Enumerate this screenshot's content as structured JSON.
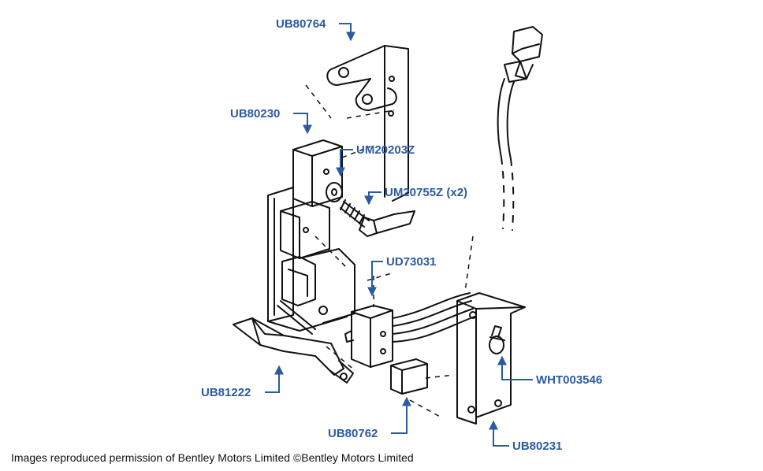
{
  "labels": {
    "ub80764": "UB80764",
    "ub80230": "UB80230",
    "um20203z": "UM20203Z",
    "um20755z": "UM20755Z (x2)",
    "ud73031": "UD73031",
    "ub81222": "UB81222",
    "wht003546": "WHT003546",
    "ub80762": "UB80762",
    "ub80231": "UB80231"
  },
  "copyright": "Images reproduced permission of Bentley Motors Limited ©Bentley Motors Limited",
  "colors": {
    "label": "#2c5aa0",
    "line": "#111111"
  }
}
